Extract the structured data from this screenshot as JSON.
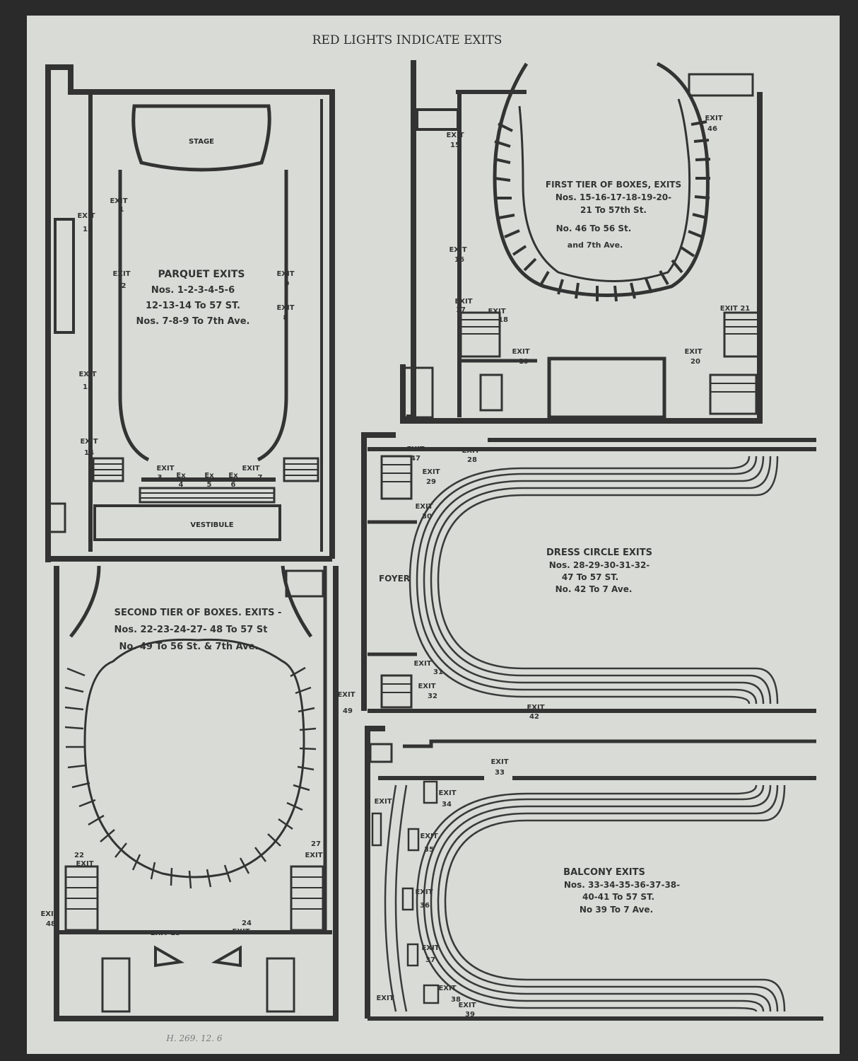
{
  "header": {
    "title": "RED LIGHTS INDICATE EXITS"
  },
  "parquet": {
    "stage": "STAGE",
    "vestibule": "VESTIBULE",
    "title": "PARQUET EXITS",
    "line1": "Nos. 1-2-3-4-5-6",
    "line2": "12-13-14 To 57 ST.",
    "line3": "Nos. 7-8-9 To 7th Ave.",
    "exits": {
      "e1": {
        "label": "EXIT",
        "num": "1"
      },
      "e2": {
        "label": "EXIT",
        "num": "2"
      },
      "e3": {
        "label": "EXIT",
        "num": "3"
      },
      "e4": {
        "label": "Ex",
        "num": "4"
      },
      "e5": {
        "label": "Ex",
        "num": "5"
      },
      "e6": {
        "label": "Ex",
        "num": "6"
      },
      "e7": {
        "label": "EXIT",
        "num": "7"
      },
      "e8": {
        "label": "EXIT",
        "num": "8"
      },
      "e9": {
        "label": "EXIT",
        "num": "9"
      },
      "e12": {
        "label": "EXIT",
        "num": "12"
      },
      "e13": {
        "label": "EXIT",
        "num": "13"
      },
      "e14": {
        "label": "EXIT",
        "num": "14"
      }
    }
  },
  "first_tier": {
    "line1": "FIRST TIER OF BOXES, EXITS",
    "line2": "Nos. 15-16-17-18-19-20-",
    "line3": "21 To 57th St.",
    "line4": "No. 46 To 56 St.",
    "line5": "and 7th Ave.",
    "exits": {
      "e15": {
        "label": "EXIT",
        "num": "15"
      },
      "e16": {
        "label": "EXIT",
        "num": "16"
      },
      "e17": {
        "label": "EXIT",
        "num": "17"
      },
      "e18": {
        "label": "EXIT",
        "num": "18"
      },
      "e19": {
        "label": "EXIT",
        "num": "19"
      },
      "e20": {
        "label": "EXIT",
        "num": "20"
      },
      "e21": {
        "label": "EXIT 21"
      },
      "e46": {
        "label": "EXIT",
        "num": "46"
      }
    }
  },
  "dress_circle": {
    "foyer": "FOYER",
    "line1": "DRESS CIRCLE EXITS",
    "line2": "Nos. 28-29-30-31-32-",
    "line3": "47 To 57 ST.",
    "line4": "No. 42 To 7 Ave.",
    "exits": {
      "e28": {
        "label": "EXIT",
        "num": "28"
      },
      "e29": {
        "label": "EXIT",
        "num": "29"
      },
      "e30": {
        "label": "EXIT",
        "num": "30"
      },
      "e31": {
        "label": "EXIT",
        "num": "31"
      },
      "e32": {
        "label": "EXIT",
        "num": "32"
      },
      "e42": {
        "label": "EXIT",
        "num": "42"
      },
      "e47": {
        "label": "EXIT",
        "num": "47"
      }
    }
  },
  "second_tier": {
    "line1": "SECOND TIER OF BOXES. EXITS -",
    "line2": "Nos. 22-23-24-27- 48 To 57 St",
    "line3": "No. 49 To 56 St. & 7th Ave.",
    "exits": {
      "e22": {
        "label": "EXIT",
        "num": "22"
      },
      "e23": {
        "label": "EXIT 23"
      },
      "e24": {
        "label": "EXIT",
        "num": "24"
      },
      "e27": {
        "label": "EXIT",
        "num": "27"
      },
      "e48": {
        "label": "EXIT",
        "num": "48"
      },
      "e49": {
        "label": "EXIT",
        "num": "49"
      }
    }
  },
  "balcony": {
    "line1": "BALCONY EXITS",
    "line2": "Nos. 33-34-35-36-37-38-",
    "line3": "40-41 To 57 ST.",
    "line4": "No 39 To 7 Ave.",
    "exits": {
      "e33": {
        "label": "EXIT",
        "num": "33"
      },
      "e34": {
        "label": "EXIT",
        "num": "34"
      },
      "e35": {
        "label": "EXIT",
        "num": "35"
      },
      "e36": {
        "label": "EXIT",
        "num": "36"
      },
      "e37": {
        "label": "EXIT",
        "num": "37"
      },
      "e38": {
        "label": "EXIT",
        "num": "38"
      },
      "e39": {
        "label": "EXIT",
        "num": "39"
      },
      "e40": {
        "label": "EXIT"
      },
      "e41": {
        "label": "EXIT"
      }
    }
  },
  "footer": {
    "catalog_note": "H. 269. 12. 6"
  }
}
